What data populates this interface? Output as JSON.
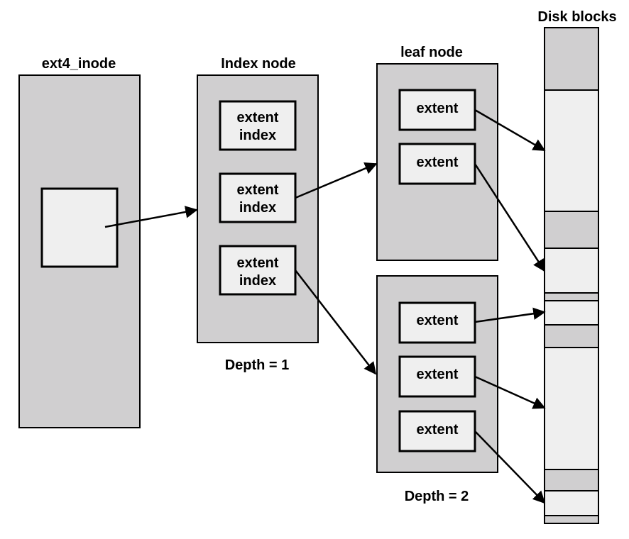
{
  "labels": {
    "inode_title": "ext4_inode",
    "index_title": "Index node",
    "leaf_title": "leaf node",
    "disk_title": "Disk blocks",
    "depth1": "Depth = 1",
    "depth2": "Depth = 2"
  },
  "index_entries": [
    {
      "line1": "extent",
      "line2": "index"
    },
    {
      "line1": "extent",
      "line2": "index"
    },
    {
      "line1": "extent",
      "line2": "index"
    }
  ],
  "leaf1_entries": [
    "extent",
    "extent"
  ],
  "leaf2_entries": [
    "extent",
    "extent",
    "extent"
  ],
  "colors": {
    "node_fill": "#d0cfd0",
    "entry_fill": "#efefef",
    "stroke": "#000000"
  }
}
